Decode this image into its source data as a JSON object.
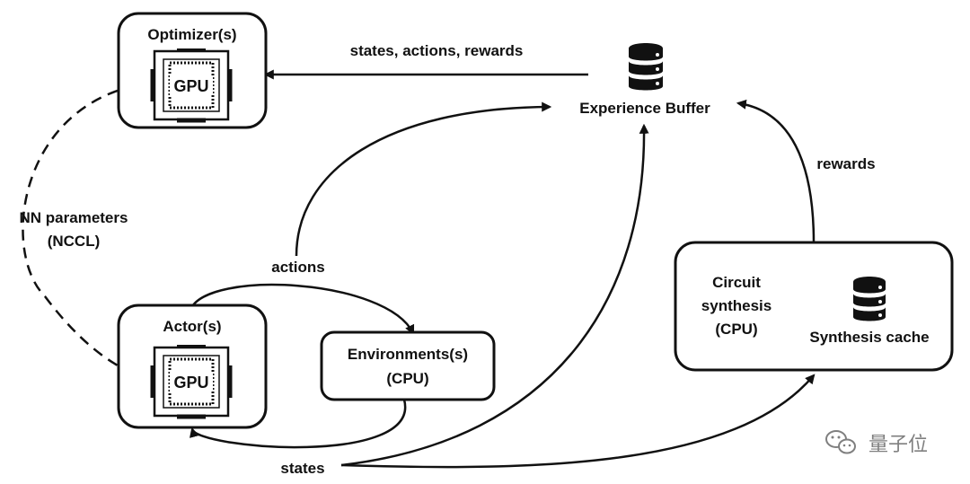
{
  "nodes": {
    "optimizer": {
      "title": "Optimizer(s)",
      "chip": "GPU"
    },
    "actor": {
      "title": "Actor(s)",
      "chip": "GPU"
    },
    "environment": {
      "line1": "Environments(s)",
      "line2": "(CPU)"
    },
    "synthesis": {
      "line1": "Circuit",
      "line2": "synthesis",
      "line3": "(CPU)",
      "cache_label": "Synthesis cache"
    },
    "buffer": {
      "label": "Experience Buffer"
    }
  },
  "edges": {
    "buffer_to_optimizer": "states, actions, rewards",
    "nn_params_line1": "NN parameters",
    "nn_params_line2": "(NCCL)",
    "actions": "actions",
    "states": "states",
    "rewards": "rewards"
  },
  "watermark": {
    "text": "量子位",
    "icon": "wechat-icon"
  }
}
